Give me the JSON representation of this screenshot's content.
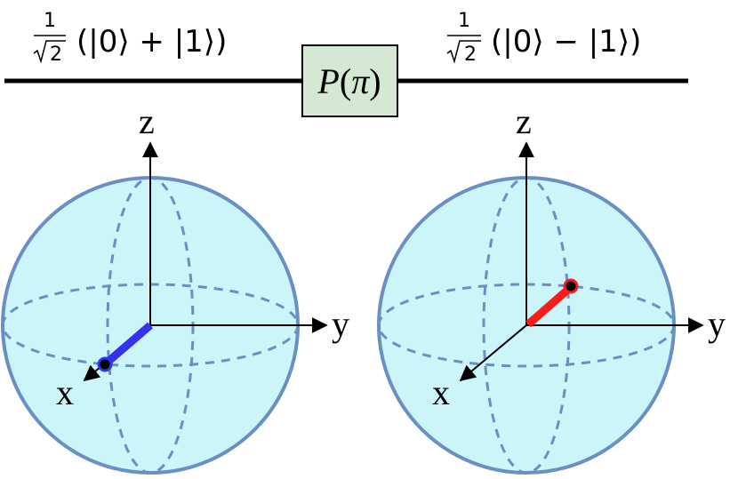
{
  "circuit": {
    "input_state": {
      "coefficient_numerator": "1",
      "coefficient_radical": "2",
      "sign": "+",
      "text": "(|0⟩ + |1⟩)"
    },
    "output_state": {
      "coefficient_numerator": "1",
      "coefficient_radical": "2",
      "sign": "−",
      "text": "(|0⟩ − |1⟩)"
    },
    "gate": {
      "name": "P",
      "parameter": "π",
      "label_open": "(",
      "label_close": ")"
    }
  },
  "bloch_spheres": [
    {
      "role": "before",
      "axes": {
        "x": "x",
        "y": "y",
        "z": "z"
      },
      "state_vector_color": "#3333ee",
      "state_direction": "+x"
    },
    {
      "role": "after",
      "axes": {
        "x": "x",
        "y": "y",
        "z": "z"
      },
      "state_vector_color": "#ff1a1a",
      "state_direction": "-x"
    }
  ],
  "colors": {
    "sphere_fill": "#ccf5fa",
    "sphere_stroke": "#6a8fc3",
    "gate_fill": "#d5e8d4",
    "wire": "#000000"
  }
}
